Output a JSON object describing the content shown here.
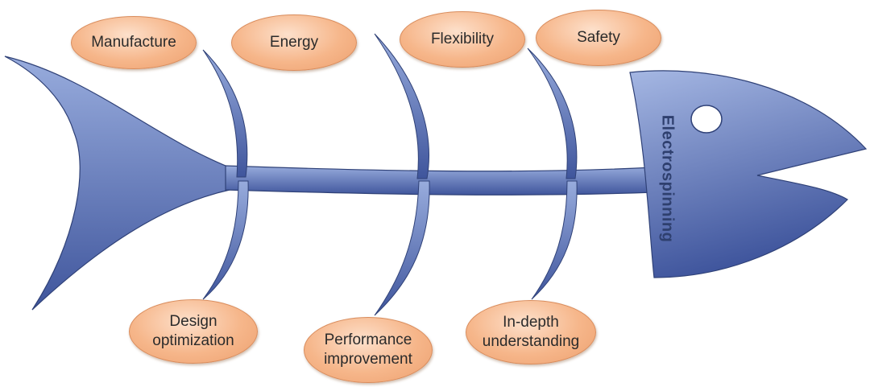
{
  "diagram": {
    "head_label": "Electrospinning",
    "top_labels": [
      "Manufacture",
      "Energy",
      "Flexibility",
      "Safety"
    ],
    "bottom_labels": [
      [
        "Design",
        "optimization"
      ],
      [
        "Performance",
        "improvement"
      ],
      [
        "In-depth",
        "understanding"
      ]
    ],
    "colors": {
      "fish_light": "#93a7da",
      "fish_dark": "#3b5199",
      "fish_outline": "#2f4177",
      "bubble_fill": "#f6b68a",
      "bubble_border": "#d98c5c"
    }
  }
}
